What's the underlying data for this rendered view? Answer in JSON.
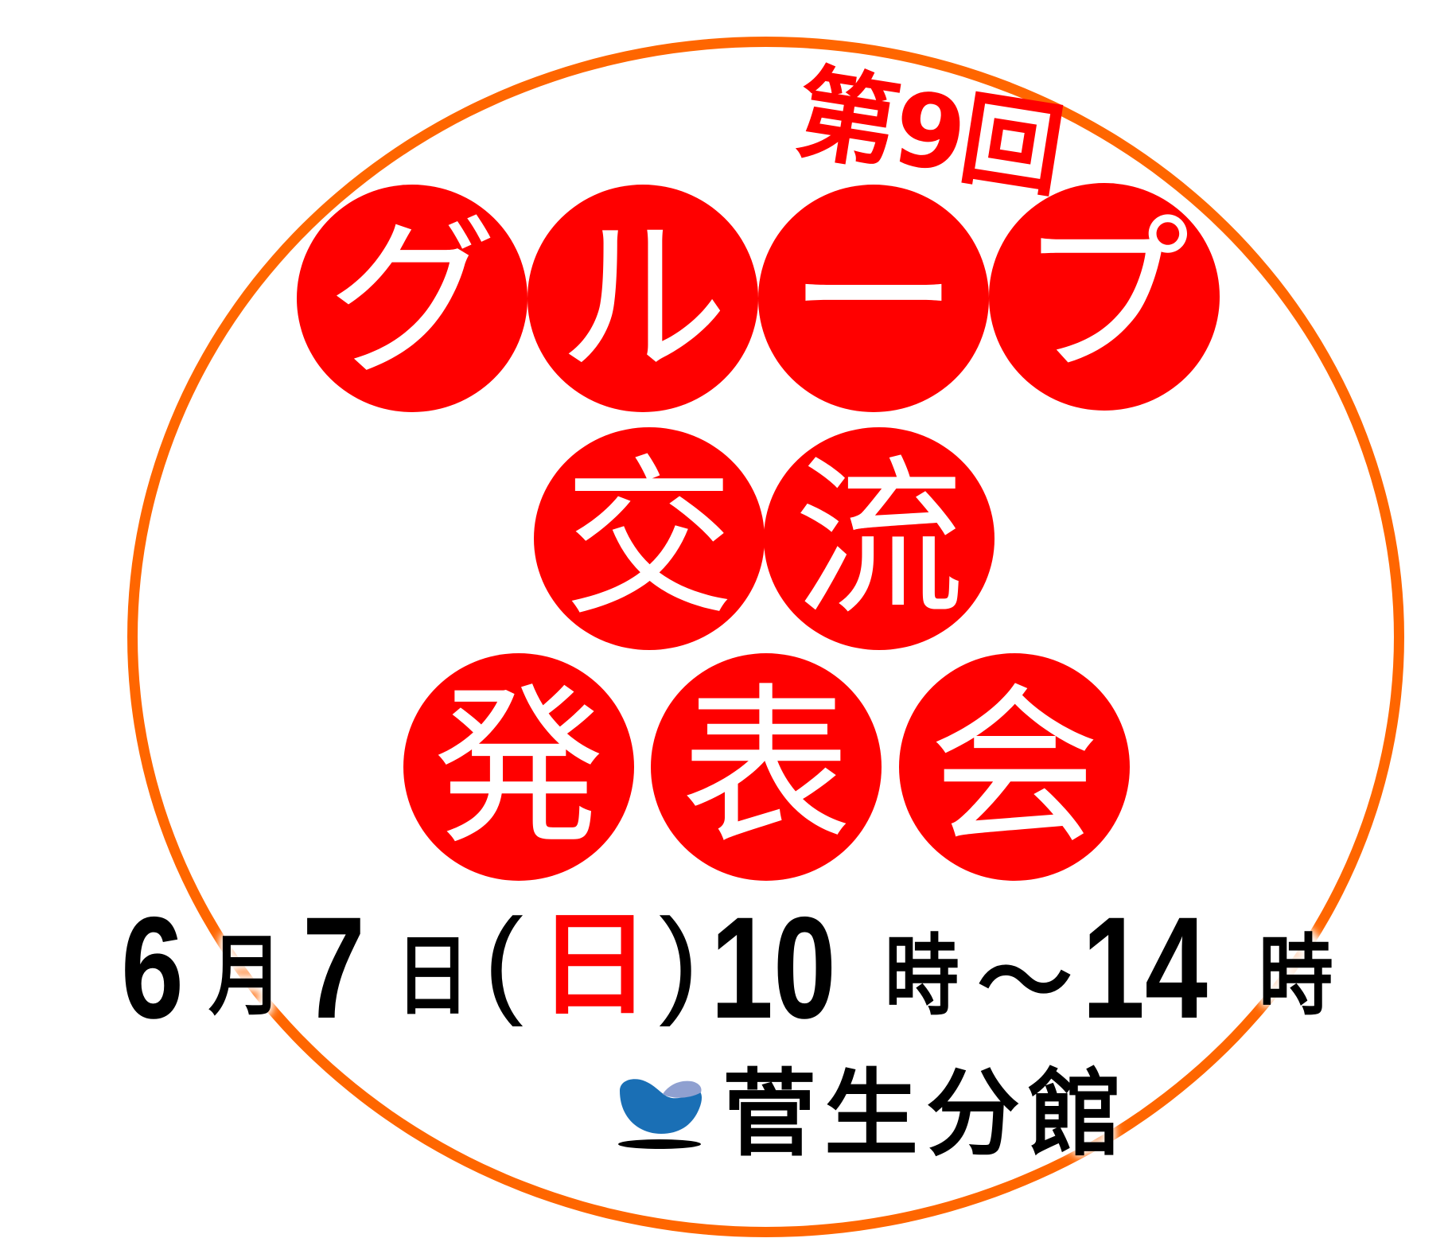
{
  "poster": {
    "edition": "第9回",
    "title_rows": [
      [
        "グ",
        "ル",
        "ー",
        "プ"
      ],
      [
        "交",
        "流"
      ],
      [
        "発",
        "表",
        "会"
      ]
    ],
    "title_full": "グループ交流発表会",
    "date": {
      "month_num": "6",
      "month_unit": "月",
      "day_num": "7",
      "day_unit": "日",
      "paren_open": "(",
      "weekday": "日",
      "paren_close": ")",
      "start_hour": "10",
      "start_unit": "時",
      "range_sep": "〜",
      "end_hour": "14",
      "end_unit": "時"
    },
    "venue": {
      "name": "菅生分館",
      "logo_icon": "bowl-wave-logo-icon"
    },
    "colors": {
      "ring": "#FF6600",
      "bubble": "#FF0000",
      "bubble_text": "#FFFFFF",
      "edition_text": "#FF0000",
      "weekday_text": "#FF0000",
      "date_text": "#000000",
      "logo_blue": "#1A6FB5",
      "logo_lavender": "#8FA0D0"
    }
  }
}
